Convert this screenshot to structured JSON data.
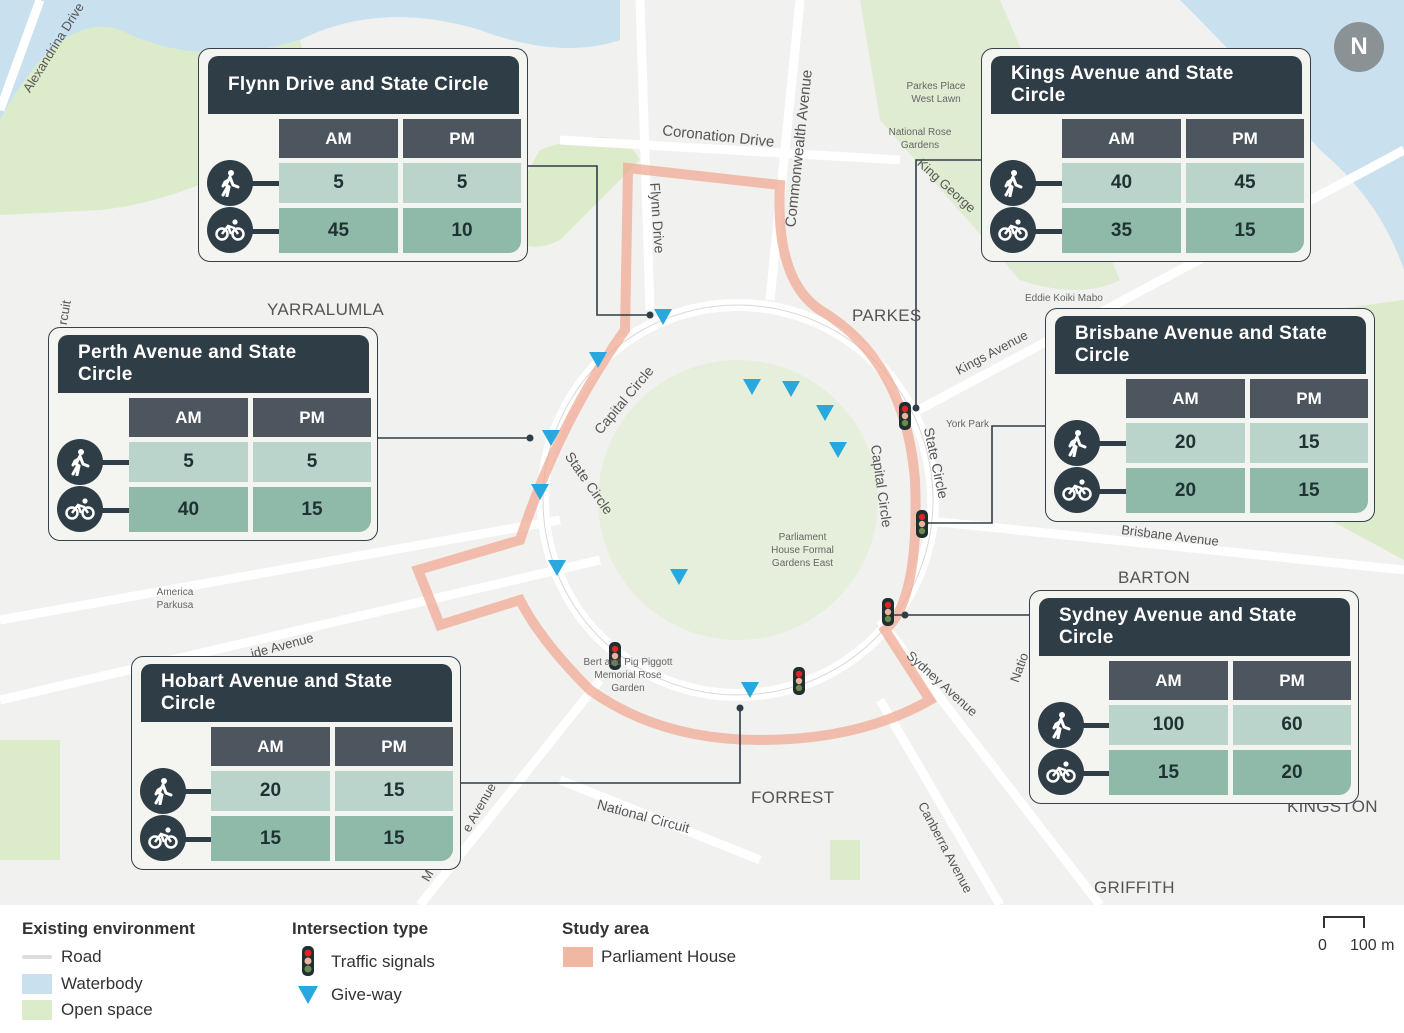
{
  "north_label": "N",
  "places": {
    "yarralumla": "YARRALUMLA",
    "parkes": "PARKES",
    "forrest": "FORREST",
    "kingston": "KINGSTON",
    "griffith": "GRIFFITH",
    "barton": "BARTON"
  },
  "streets": {
    "alexandrina": "Alexandrina Drive",
    "coronation": "Coronation Drive",
    "commonwealth": "Commonwealth Avenue",
    "flynn": "Flynn Drive",
    "capital_circle_nw": "Capital Circle",
    "state_circle_w": "State Circle",
    "capital_circle_e": "Capital Circle",
    "state_circle_e": "State Circle",
    "king_george": "King George",
    "kings_ave": "Kings Avenue",
    "brisbane": "Brisbane Avenue",
    "sydney": "Sydney Avenue",
    "canberra": "Canberra Avenue",
    "national_circuit": "National Circuit",
    "adelaide": "ide Avenue",
    "hobart": "e Avenue",
    "circuit": "rcuit",
    "national": "Natio",
    "m": "M"
  },
  "landmarks": {
    "parkes_place": "Parkes Place West Lawn",
    "rose_gardens": "National Rose Gardens",
    "eddie_koiki": "Eddie Koiki Mabo",
    "york_park": "York Park",
    "america": "America Parkusa",
    "formal_gardens": "Parliament House Formal Gardens East",
    "bert_pig": "Bert and Pig Piggott Memorial Rose Garden"
  },
  "cards": [
    {
      "title": "Flynn Drive and State Circle",
      "am": "AM",
      "pm": "PM",
      "walk": {
        "am": "5",
        "pm": "5"
      },
      "cycle": {
        "am": "45",
        "pm": "10"
      }
    },
    {
      "title": "Kings Avenue and State Circle",
      "am": "AM",
      "pm": "PM",
      "walk": {
        "am": "40",
        "pm": "45"
      },
      "cycle": {
        "am": "35",
        "pm": "15"
      }
    },
    {
      "title": "Perth Avenue and State Circle",
      "am": "AM",
      "pm": "PM",
      "walk": {
        "am": "5",
        "pm": "5"
      },
      "cycle": {
        "am": "40",
        "pm": "15"
      }
    },
    {
      "title": "Brisbane Avenue and State Circle",
      "am": "AM",
      "pm": "PM",
      "walk": {
        "am": "20",
        "pm": "15"
      },
      "cycle": {
        "am": "20",
        "pm": "15"
      }
    },
    {
      "title": "Hobart Avenue and State Circle",
      "am": "AM",
      "pm": "PM",
      "walk": {
        "am": "20",
        "pm": "15"
      },
      "cycle": {
        "am": "15",
        "pm": "15"
      }
    },
    {
      "title": "Sydney Avenue and State Circle",
      "am": "AM",
      "pm": "PM",
      "walk": {
        "am": "100",
        "pm": "60"
      },
      "cycle": {
        "am": "15",
        "pm": "20"
      }
    }
  ],
  "legend": {
    "existing": {
      "title": "Existing environment",
      "road": "Road",
      "water": "Waterbody",
      "open": "Open space"
    },
    "intersection": {
      "title": "Intersection type",
      "signals": "Traffic signals",
      "giveway": "Give-way"
    },
    "study": {
      "title": "Study area",
      "parliament": "Parliament House"
    },
    "scale": {
      "zero": "0",
      "dist": "100 m"
    }
  },
  "colors": {
    "header": "#2f3d47",
    "walk_row": "#bad3cb",
    "cycle_row": "#8fbaaa",
    "study_area": "#f0a994",
    "water": "#c9e0ee",
    "open": "#dcebc9"
  }
}
